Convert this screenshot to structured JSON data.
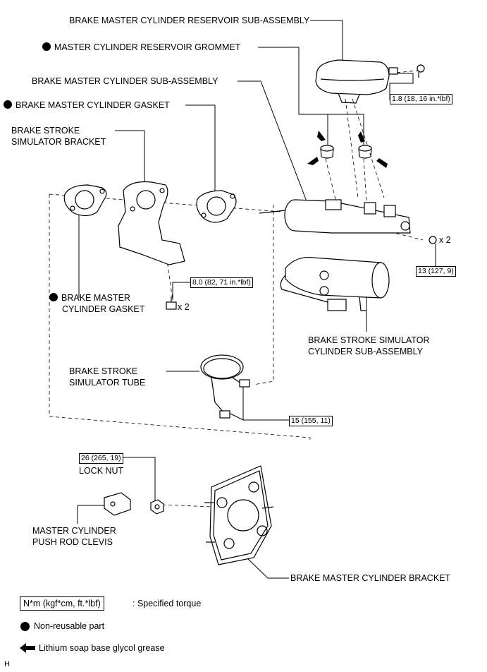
{
  "labels": {
    "reservoir_subassembly": "BRAKE MASTER CYLINDER RESERVOIR SUB-ASSEMBLY",
    "reservoir_grommet": "MASTER CYLINDER RESERVOIR GROMMET",
    "master_cylinder_subassembly": "BRAKE MASTER CYLINDER SUB-ASSEMBLY",
    "master_cylinder_gasket_top": "BRAKE MASTER CYLINDER GASKET",
    "stroke_simulator_bracket_line1": "BRAKE STROKE",
    "stroke_simulator_bracket_line2": "SIMULATOR BRACKET",
    "master_cylinder_gasket_left_line1": "BRAKE MASTER",
    "master_cylinder_gasket_left_line2": "CYLINDER GASKET",
    "stroke_simulator_cylinder_line1": "BRAKE STROKE SIMULATOR",
    "stroke_simulator_cylinder_line2": "CYLINDER SUB-ASSEMBLY",
    "stroke_simulator_tube_line1": "BRAKE STROKE",
    "stroke_simulator_tube_line2": "SIMULATOR TUBE",
    "lock_nut": "LOCK NUT",
    "push_rod_clevis_line1": "MASTER CYLINDER",
    "push_rod_clevis_line2": "PUSH ROD CLEVIS",
    "master_cylinder_bracket": "BRAKE MASTER CYLINDER BRACKET"
  },
  "torques": {
    "reservoir_screw": "1.8 (18, 16 in.*lbf)",
    "bracket_bolt": "8.0 (82, 71 in.*lbf)",
    "master_cylinder_nut": "13 (127, 9)",
    "tube_flare_nut": "15 (155, 11)",
    "lock_nut": "26 (265, 19)"
  },
  "quantities": {
    "bracket_bolts": "x 2",
    "master_cylinder_nuts": "x 2"
  },
  "legend": {
    "torque_unit": "N*m (kgf*cm, ft.*lbf)",
    "torque_desc": ": Specified torque",
    "non_reusable": "Non-reusable part",
    "grease": "Lithium soap base glycol grease"
  },
  "corner_mark": "H"
}
